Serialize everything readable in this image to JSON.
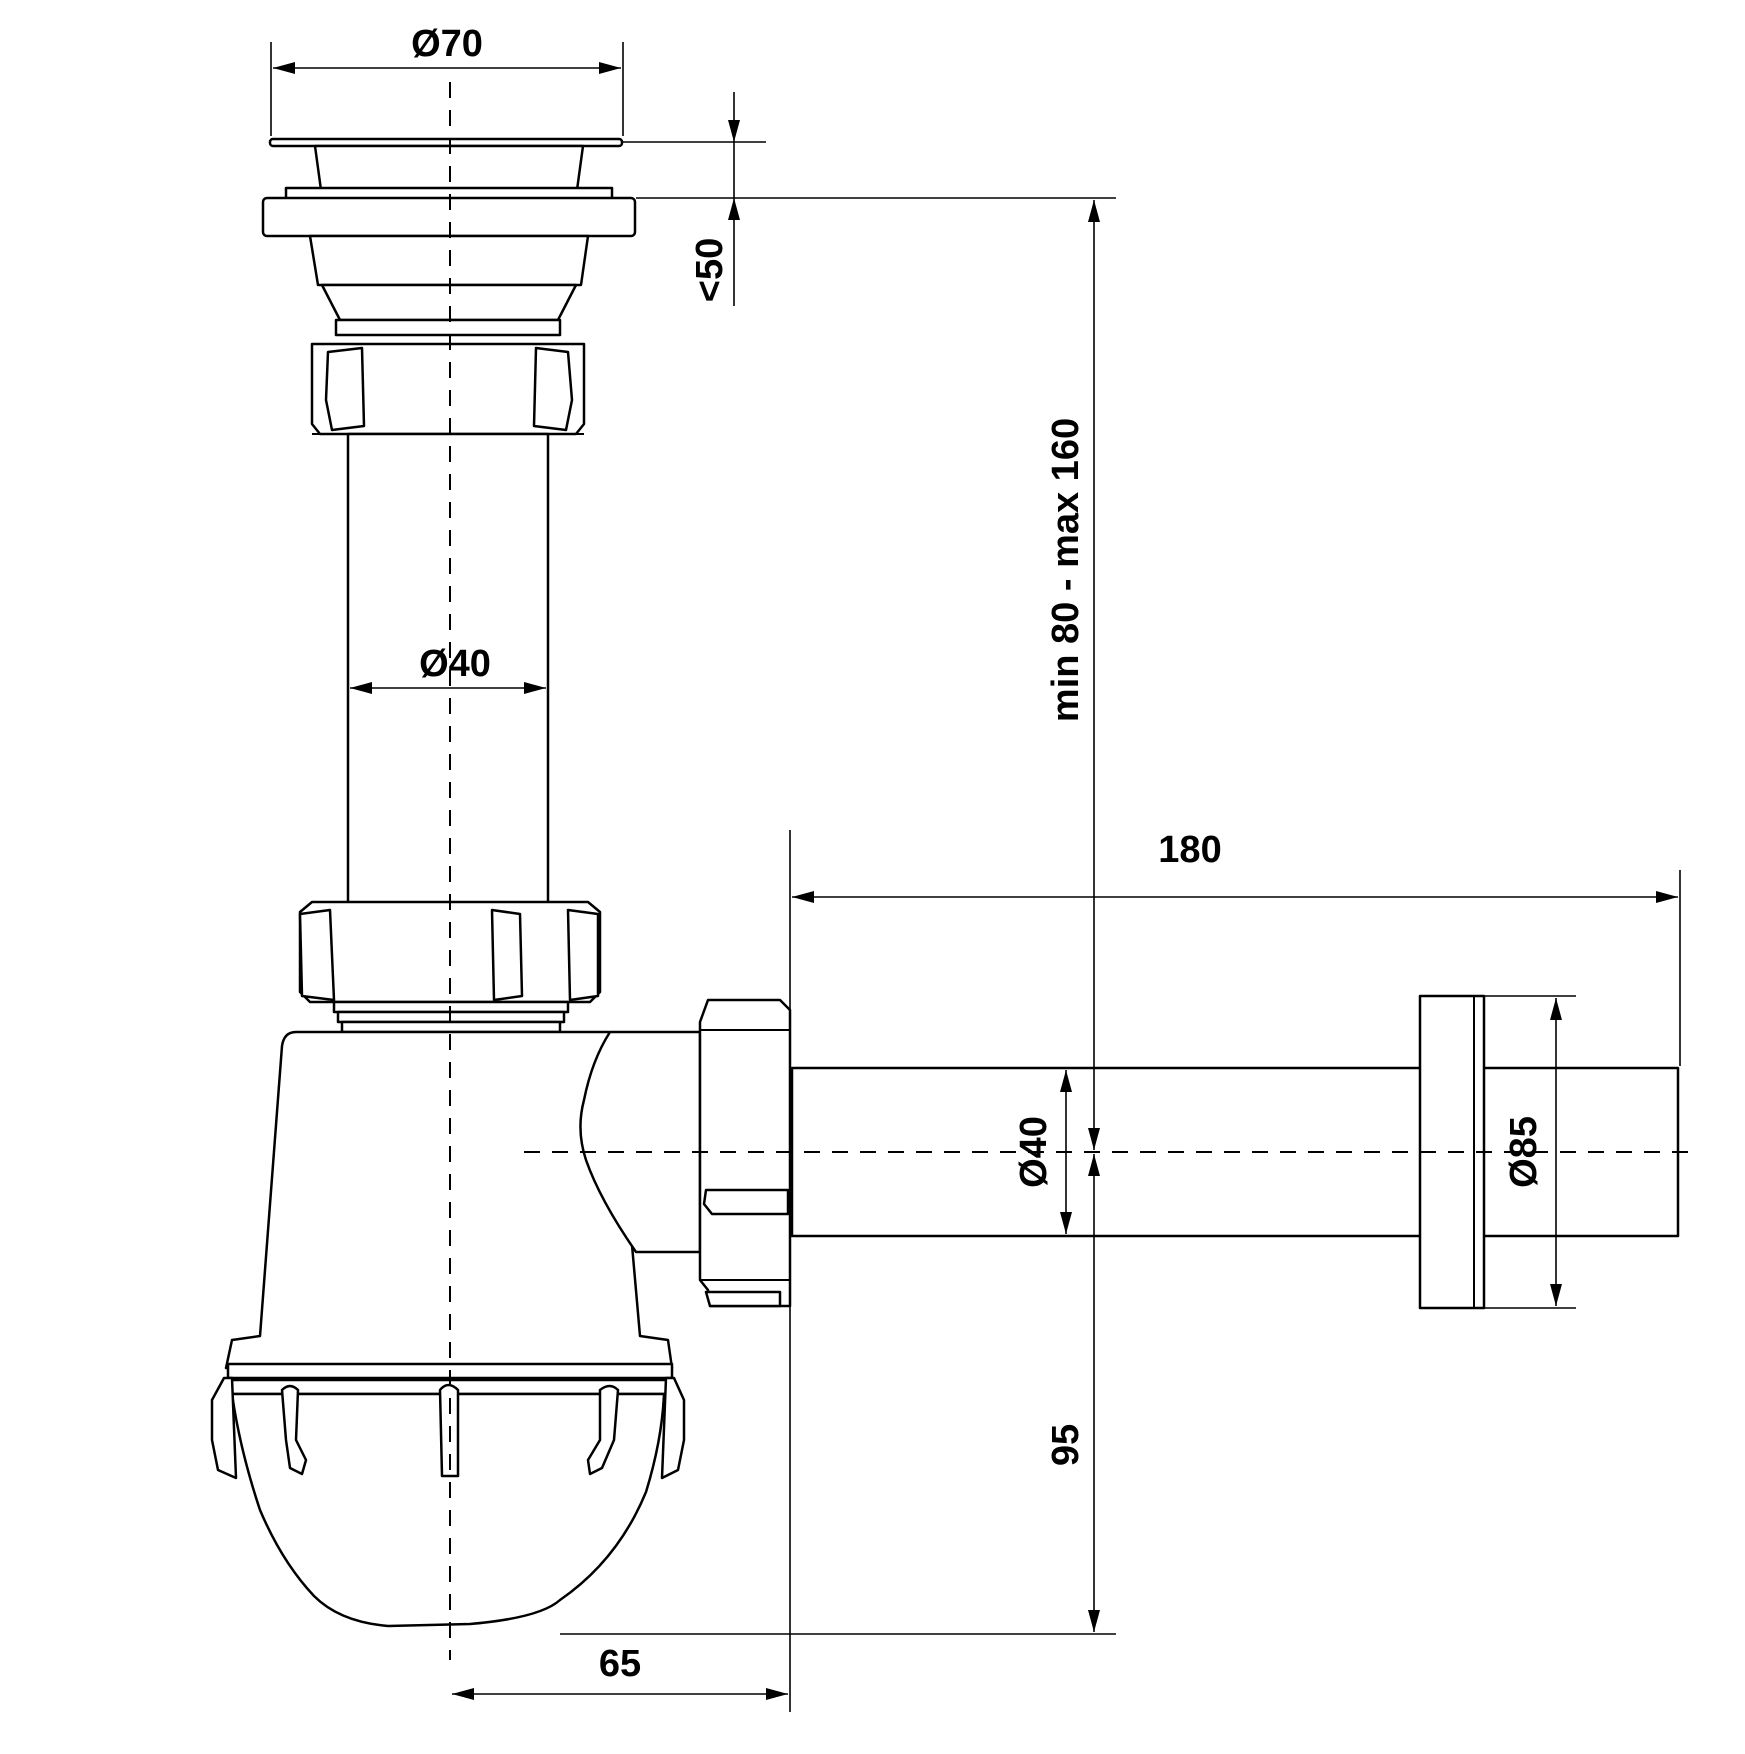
{
  "dimensions": {
    "flange_diameter": "Ø70",
    "sink_thickness": "<50",
    "tube_diameter": "Ø40",
    "height_range": "min 80 - max 160",
    "outlet_length": "180",
    "outlet_diameter": "Ø40",
    "rosette_diameter": "Ø85",
    "outlet_height": "95",
    "trap_offset": "65"
  }
}
